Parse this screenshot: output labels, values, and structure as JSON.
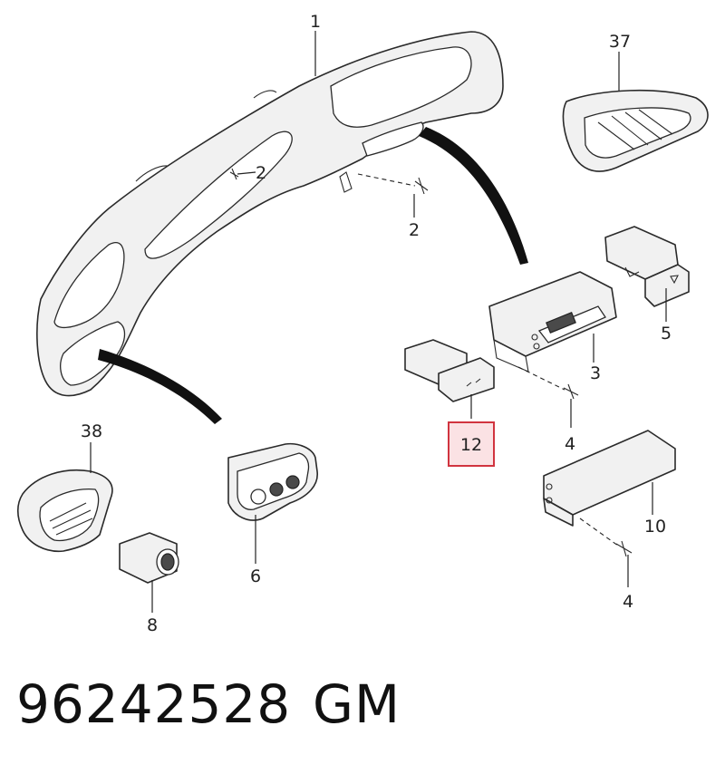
{
  "callouts": {
    "c1": "1",
    "c2a": "2",
    "c2b": "2",
    "c37": "37",
    "c5": "5",
    "c3": "3",
    "c4a": "4",
    "c12": "12",
    "c38": "38",
    "c6": "6",
    "c10": "10",
    "c4b": "4",
    "c8": "8"
  },
  "highlighted_callout": "12",
  "footer": {
    "part_number": "96242528",
    "brand": "GM"
  },
  "colors": {
    "highlight_border": "#d1343f",
    "highlight_fill": "#fbe2e4"
  }
}
